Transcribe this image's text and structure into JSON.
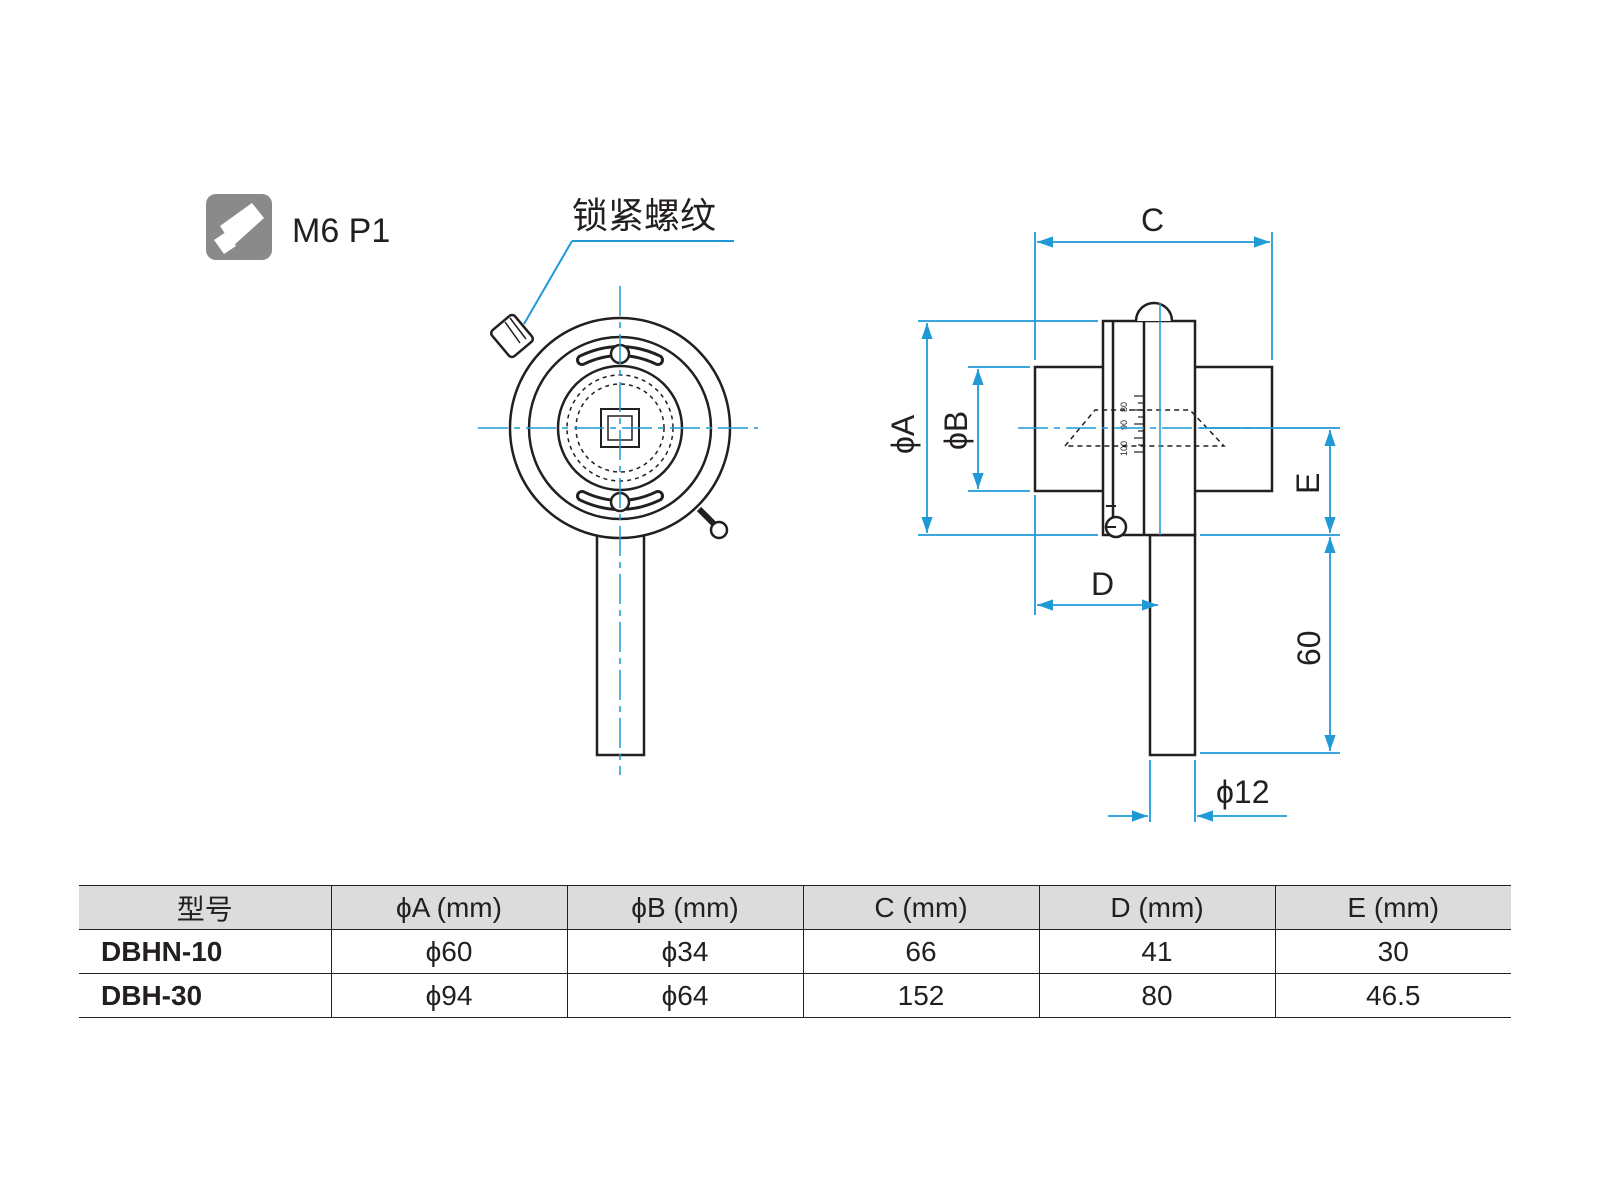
{
  "thread_spec": {
    "icon": "thread-tap-icon",
    "label": "M6 P1"
  },
  "callouts": {
    "lock_thread": "锁紧螺纹"
  },
  "dimensions": {
    "C": "C",
    "phiA": "ϕA",
    "phiB": "ϕB",
    "E": "E",
    "D": "D",
    "rod_length": "60",
    "rod_diameter": "ϕ12"
  },
  "scale_marks": [
    "100",
    "90",
    "80"
  ],
  "table": {
    "headers": [
      "型号",
      "ϕA (mm)",
      "ϕB (mm)",
      "C (mm)",
      "D (mm)",
      "E (mm)"
    ],
    "rows": [
      {
        "model": "DBHN-10",
        "A": "ϕ60",
        "B": "ϕ34",
        "C": "66",
        "D": "41",
        "E": "30"
      },
      {
        "model": "DBH-30",
        "A": "ϕ94",
        "B": "ϕ64",
        "C": "152",
        "D": "80",
        "E": "46.5"
      }
    ]
  },
  "colors": {
    "line": "#231f20",
    "dimension": "#1f9ad6",
    "header_bg": "#dcdcdc",
    "icon_bg": "#8a8a8a"
  }
}
